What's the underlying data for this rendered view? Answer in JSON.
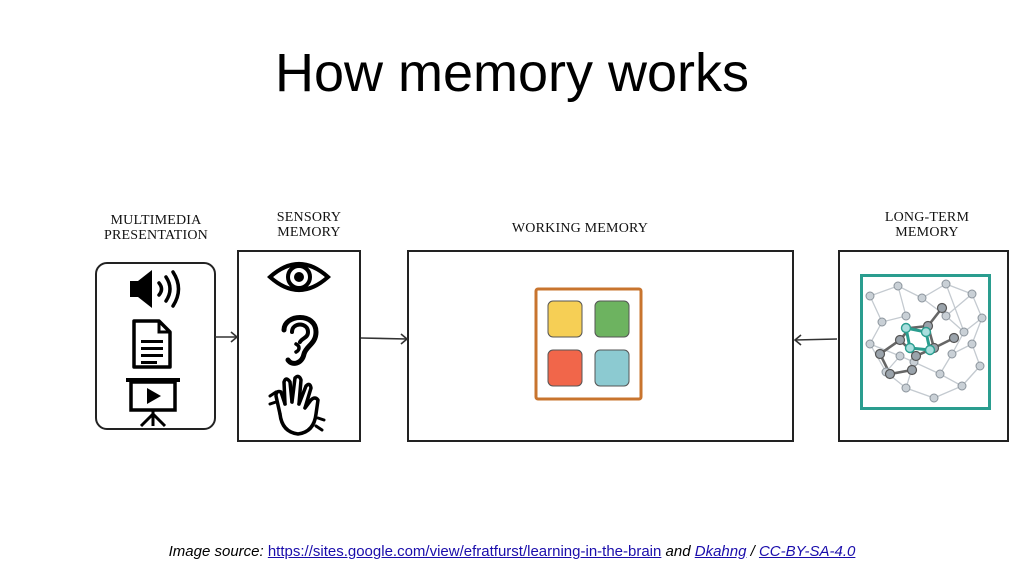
{
  "slide": {
    "title": "How memory works"
  },
  "diagram": {
    "labels": {
      "multimedia": "MULTIMEDIA\nPRESENTATION",
      "sensory": "SENSORY\nMEMORY",
      "working": "WORKING MEMORY",
      "long_term": "LONG-TERM\nMEMORY"
    },
    "icons": {
      "multimedia": [
        "speaker-icon",
        "document-icon",
        "presentation-icon"
      ],
      "sensory": [
        "eye-icon",
        "ear-icon",
        "hand-icon"
      ]
    },
    "working_memory_tile_colors": [
      "#f6cf55",
      "#6db360",
      "#f1664a",
      "#8ccad1"
    ],
    "colors": {
      "working_frame": "#c8742e",
      "long_term_frame": "#2a9d8f",
      "node": "#b9c1c8",
      "node_active": "#7fcfcf"
    }
  },
  "source": {
    "prefix": "Image source:",
    "link1": "https://sites.google.com/view/efratfurst/learning-in-the-brain",
    "and": "and",
    "link2": "Dkahng",
    "slash": "/",
    "link3": "CC-BY-SA-4.0"
  }
}
